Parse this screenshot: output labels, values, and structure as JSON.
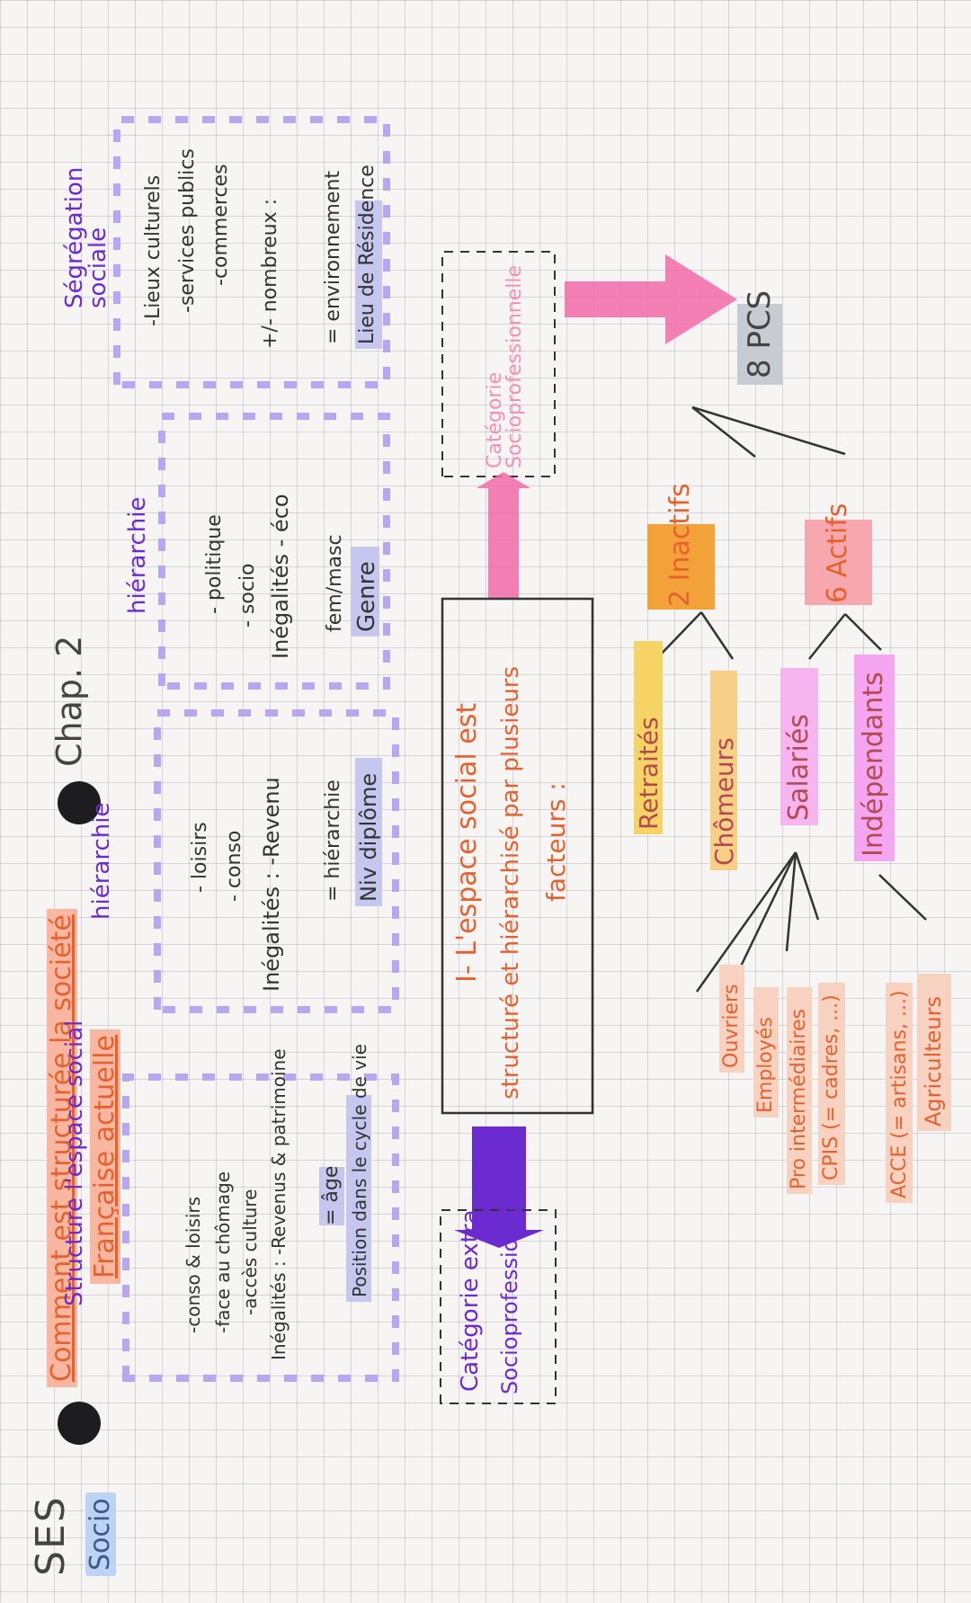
{
  "header": {
    "subject": "SES",
    "section": "Socio",
    "title_line1": "Comment est structurée la société",
    "title_line2": "Française actuelle",
    "chapter": "Chap. 2"
  },
  "tree": {
    "root": "8 PCS",
    "inactifs": "2 Inactifs",
    "actifs": "6 Actifs",
    "retraites": "Retraités",
    "chomeurs": "Chômeurs",
    "salaries": "Salariés",
    "independants": "Indépendants",
    "agriculteurs": "Agriculteurs",
    "acce": "ACCE (= artisans, ...)",
    "cpis": "CPIS (= cadres, ...)",
    "pro_inter": "Pro intermédiaires",
    "employes": "Employés",
    "ouvriers": "Ouvriers"
  },
  "center": {
    "category_pro": "Catégorie Socioprofessionnelle",
    "heading_line1": "I- L'espace social est",
    "heading_line2": "structuré et hiérarchisé par plusieurs",
    "heading_line3": "facteurs :",
    "category_extra_line1": "Catégorie extra",
    "category_extra_line2": "Socioprofessionnelle"
  },
  "factors": [
    {
      "title": "Lieu de Résidence",
      "sub": "= environnement",
      "lines": [
        "+/- nombreux :",
        "-commerces",
        "-services publics",
        "-Lieux culturels"
      ],
      "result": "Ségrégation sociale"
    },
    {
      "title": "Genre",
      "sub": "fem/masc",
      "lines": [
        "Inégalités - éco",
        "- socio",
        "- politique"
      ],
      "result": "hiérarchie"
    },
    {
      "title": "Niv diplôme",
      "sub": "= hiérarchie",
      "lines": [
        "Inégalités : -Revenu",
        "- conso",
        "- loisirs"
      ],
      "result": "hiérarchie"
    },
    {
      "title": "Position dans le cycle de vie",
      "sub": "= âge",
      "lines": [
        "Inégalités : -Revenus & patrimoine",
        "-accès culture",
        "-face au chômage",
        "-conso & loisirs"
      ],
      "result": "Structure l'espace social"
    }
  ],
  "colors": {
    "pink": "#f26aa8",
    "purple": "#6b2bd0",
    "lavender": "#b9a6f0",
    "orange": "#f3a23a",
    "salmon": "#f7c9b8",
    "grey": "#c7ccd3"
  }
}
